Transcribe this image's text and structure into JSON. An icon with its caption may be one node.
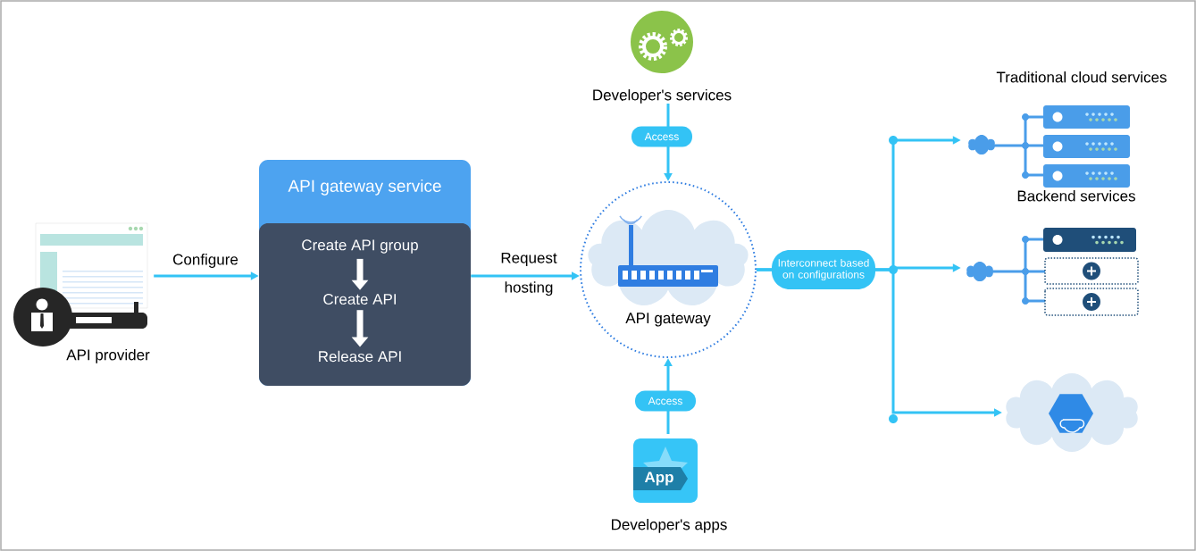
{
  "diagram": {
    "nodes": [
      {
        "text": [
          "API provider"
        ]
      },
      {
        "text": [
          "API gateway service"
        ]
      },
      {
        "text": [
          "Create API group"
        ],
        "in": 1
      },
      {
        "text": [
          "Create API"
        ],
        "in": 1
      },
      {
        "text": [
          "Release API"
        ],
        "in": 1
      },
      {
        "text": [
          "Developer's services"
        ]
      },
      {
        "text": [
          "API gateway"
        ]
      },
      {
        "text": [
          "Developer's apps"
        ]
      },
      {
        "text": [
          "Traditional cloud services"
        ]
      },
      {
        "text": [
          "Backend services"
        ]
      },
      {
        "text": [],
        "shape": "cloud"
      }
    ],
    "edges": [
      {
        "from": 0,
        "to": 1,
        "arrow": "to",
        "label": "Configure"
      },
      {
        "from": 2,
        "to": 3,
        "arrow": "to",
        "style": "thick",
        "color": "#ffffff"
      },
      {
        "from": 3,
        "to": 4,
        "arrow": "to",
        "style": "thick",
        "color": "#ffffff"
      },
      {
        "from": 1,
        "to": 6,
        "arrow": "to",
        "label": "Request hosting"
      },
      {
        "from": 5,
        "to": 6,
        "arrow": "to",
        "label": "Access"
      },
      {
        "from": 7,
        "to": 6,
        "arrow": "to",
        "label": "Access"
      },
      {
        "from": 6,
        "to": 8,
        "arrow": "to"
      },
      {
        "from": 6,
        "to": 9,
        "arrow": "to",
        "label": "Interconnect based on configurations"
      },
      {
        "from": 6,
        "to": 10,
        "arrow": "to"
      }
    ],
    "labels": [
      "App"
    ]
  }
}
